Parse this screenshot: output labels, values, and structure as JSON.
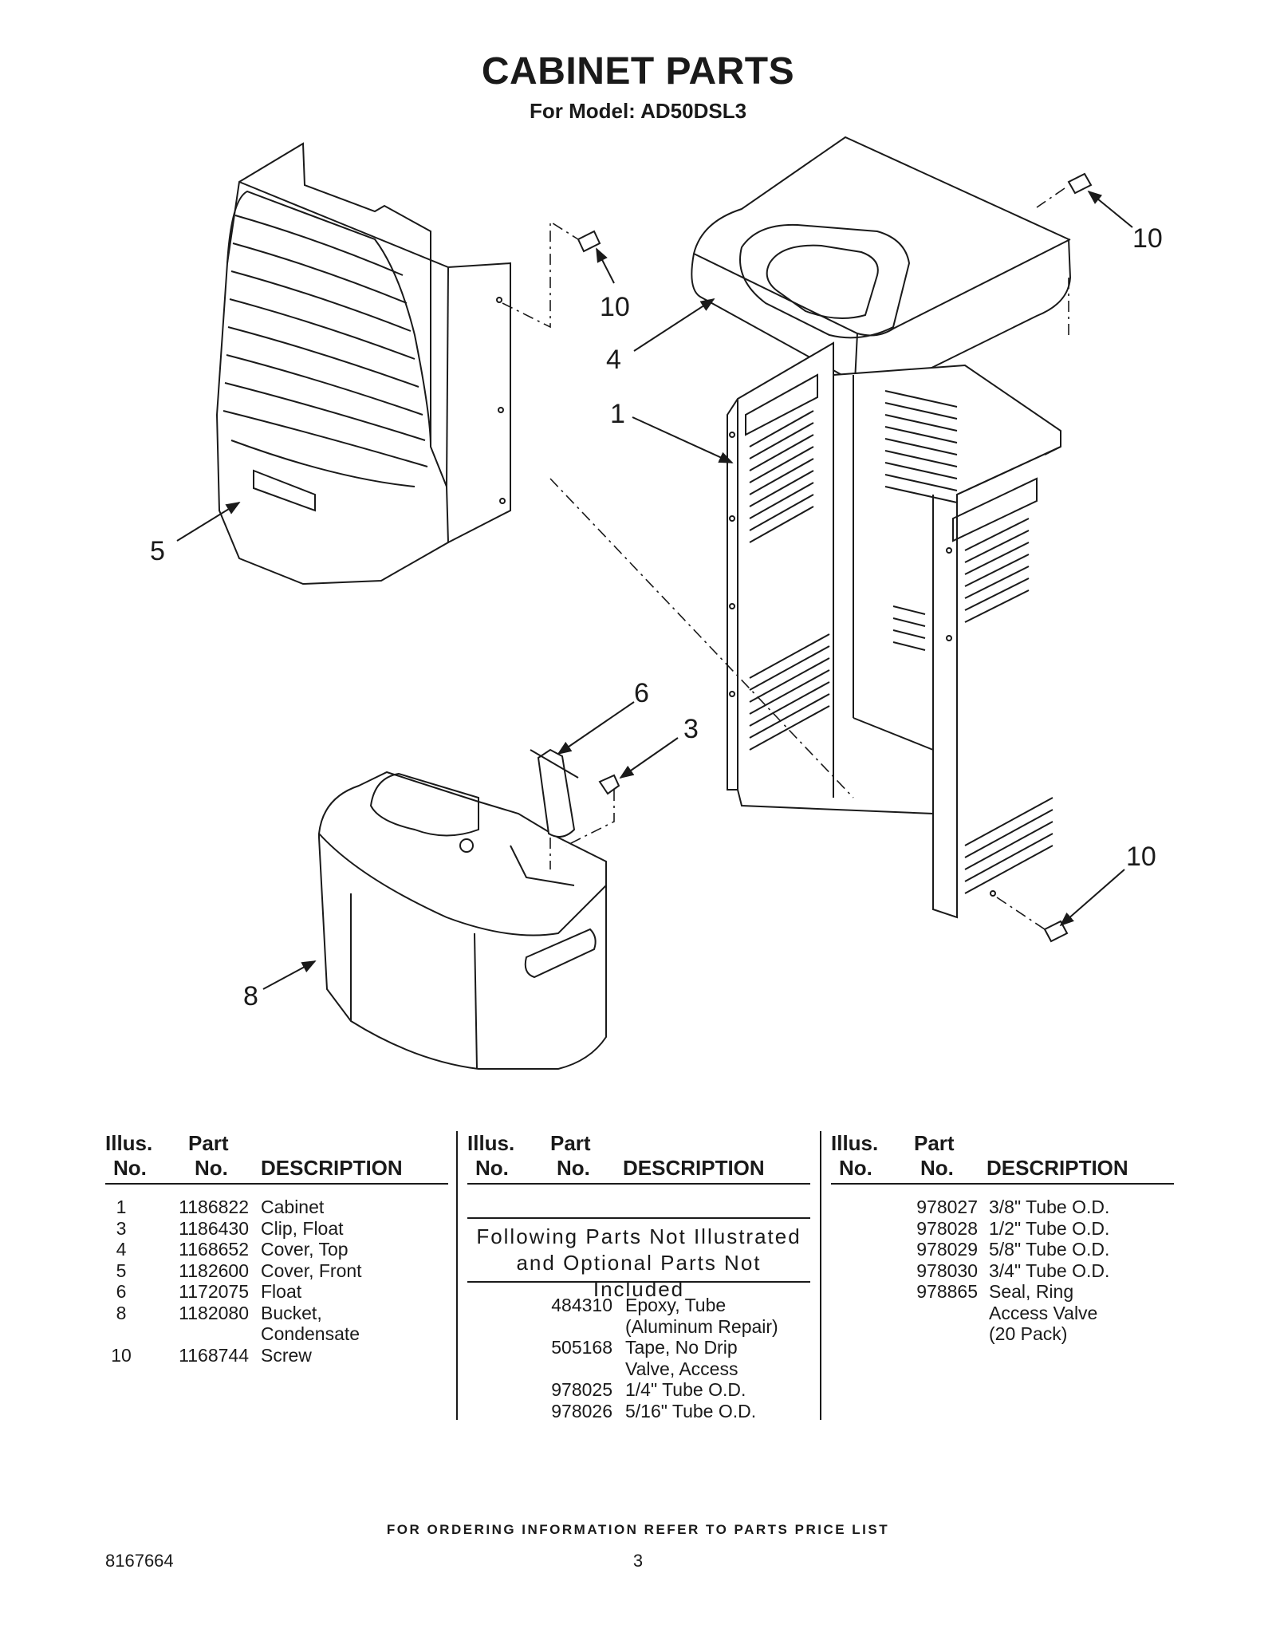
{
  "title": "CABINET PARTS",
  "subtitle": "For Model: AD50DSL3",
  "callouts": {
    "c10a": "10",
    "c4": "4",
    "c1": "1",
    "c10b": "10",
    "c5": "5",
    "c6": "6",
    "c3": "3",
    "c10c": "10",
    "c8": "8"
  },
  "table_header": {
    "illus_top": "Illus.",
    "illus_bottom": "No.",
    "part_top": "Part",
    "part_bottom": "No.",
    "description": "DESCRIPTION"
  },
  "parts_col1": [
    {
      "illus": "1",
      "part": "1186822",
      "desc": "Cabinet"
    },
    {
      "illus": "3",
      "part": "1186430",
      "desc": "Clip, Float"
    },
    {
      "illus": "4",
      "part": "1168652",
      "desc": "Cover, Top"
    },
    {
      "illus": "5",
      "part": "1182600",
      "desc": "Cover, Front"
    },
    {
      "illus": "6",
      "part": "1172075",
      "desc": "Float"
    },
    {
      "illus": "8",
      "part": "1182080",
      "desc": "Bucket,"
    },
    {
      "illus": "",
      "part": "",
      "desc": "Condensate"
    },
    {
      "illus": "10",
      "part": "1168744",
      "desc": "Screw"
    }
  ],
  "not_illustrated_note": {
    "line1": "Following Parts Not Illustrated",
    "line2": "and Optional Parts Not Included"
  },
  "parts_col2": [
    {
      "part": "484310",
      "desc": "Epoxy, Tube"
    },
    {
      "part": "",
      "desc": "(Aluminum Repair)"
    },
    {
      "part": "505168",
      "desc": "Tape, No Drip"
    },
    {
      "part": "",
      "desc": "Valve, Access"
    },
    {
      "part": "978025",
      "desc": "1/4\" Tube O.D."
    },
    {
      "part": "978026",
      "desc": "5/16\" Tube O.D."
    }
  ],
  "parts_col3": [
    {
      "part": "978027",
      "desc": "3/8\" Tube O.D."
    },
    {
      "part": "978028",
      "desc": "1/2\" Tube O.D."
    },
    {
      "part": "978029",
      "desc": "5/8\" Tube O.D."
    },
    {
      "part": "978030",
      "desc": "3/4\" Tube O.D."
    },
    {
      "part": "978865",
      "desc": "Seal, Ring"
    },
    {
      "part": "",
      "desc": "Access Valve"
    },
    {
      "part": "",
      "desc": "(20 Pack)"
    }
  ],
  "footer_note": "FOR ORDERING INFORMATION REFER TO PARTS PRICE LIST",
  "doc_number": "8167664",
  "page_number": "3"
}
